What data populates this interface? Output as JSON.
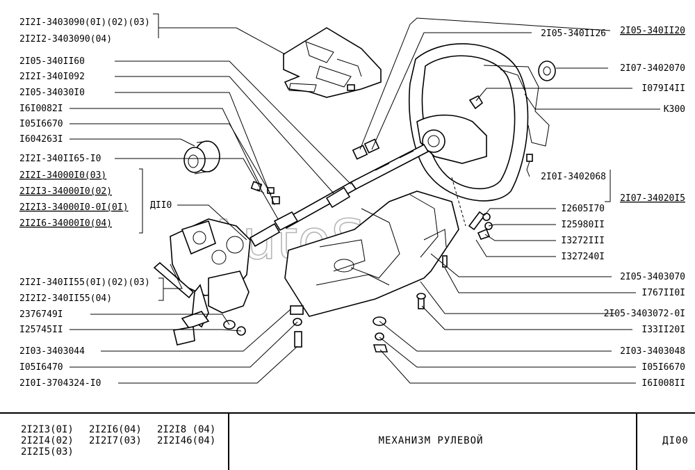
{
  "watermark": "AutoSoft",
  "labels_left": [
    "2I2I-3403090(0I)(02)(03)",
    "2I2I2-3403090(04)",
    "2I05-340II60",
    "2I2I-340I092",
    "2I05-34030I0",
    "I6I0082I",
    "I05I6670",
    "I604263I",
    "2I2I-340II65-I0",
    "2I2I-34000I0(03)",
    "2I2I3-34000I0(02)",
    "2I2I3-34000I0-0I(0I)",
    "2I2I6-34000I0(04)",
    "2I2I-340II55(0I)(02)(03)",
    "2I2I2-340II55(04)",
    "2376749I",
    "I25745II",
    "2I03-3403044",
    "I05I6470",
    "2I0I-3704324-I0"
  ],
  "group_label": "ДII0",
  "labels_right": [
    "2I05-340II20",
    "2I05-340II26",
    "2I07-3402070",
    "I079I4II",
    "К300",
    "2I0I-3402068",
    "2I07-34020I5",
    "I2605I70",
    "I25980II",
    "I3272III",
    "I327240I",
    "2I05-3403070",
    "I767II0I",
    "2I05-3403072-0I",
    "I33II20I",
    "2I03-3403048",
    "I05I6670",
    "I6I008II"
  ],
  "footer": {
    "models": [
      [
        "2I2I3(0I)",
        "2I2I6(04)",
        "2I2I8 (04)"
      ],
      [
        "2I2I4(02)",
        "2I2I7(03)",
        "2I2I46(04)"
      ],
      [
        "2I2I5(03)",
        "",
        ""
      ]
    ],
    "title": "МЕХАНИЗМ  РУЛЕВОЙ",
    "code": "ДI00"
  }
}
